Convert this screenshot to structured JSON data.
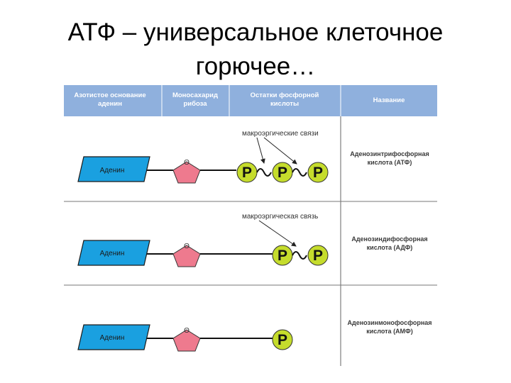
{
  "title": {
    "line1": "АТФ – универсальное клеточное",
    "line2": "горючее…"
  },
  "table": {
    "headers": [
      {
        "line1": "Азотистое основание",
        "line2": "аденин"
      },
      {
        "line1": "Моносахарид",
        "line2": "рибоза"
      },
      {
        "line1": "Остатки фосфорной",
        "line2": "кислоты"
      },
      {
        "line1": "Название",
        "line2": ""
      }
    ],
    "rows": [
      {
        "base": "Аденин",
        "annotation": "макроэргические связи",
        "phosphates": 3,
        "name_line1": "Аденозинтрифосфорная",
        "name_line2": "кислота (АТФ)"
      },
      {
        "base": "Аденин",
        "annotation": "макроэргическая связь",
        "phosphates": 2,
        "name_line1": "Аденозиндифосфорная",
        "name_line2": "кислота (АДФ)"
      },
      {
        "base": "Аденин",
        "annotation": "",
        "phosphates": 1,
        "name_line1": "Аденозинмонофосфорная",
        "name_line2": "кислота (АМФ)"
      }
    ],
    "phosphate_label": "P",
    "ribose_label": "O"
  },
  "colors": {
    "header_bg": "#8fb0dd",
    "base_box": "#1aa0e0",
    "ribose": "#ee7a8e",
    "phosphate": "#c5dc2c",
    "divider": "#666666"
  }
}
